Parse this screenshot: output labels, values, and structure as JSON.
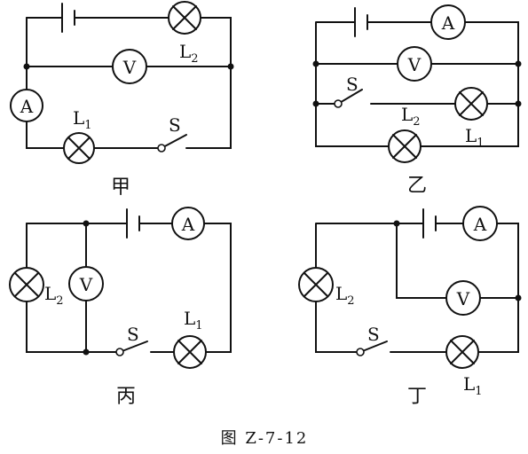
{
  "figure_caption": "图 Z-7-12",
  "circuits": {
    "jia": {
      "caption": "甲",
      "ammeter": "A",
      "voltmeter": "V",
      "lamp1": {
        "base": "L",
        "sub": "1"
      },
      "lamp2": {
        "base": "L",
        "sub": "2"
      },
      "switch": "S"
    },
    "yi": {
      "caption": "乙",
      "ammeter": "A",
      "voltmeter": "V",
      "lamp1": {
        "base": "L",
        "sub": "1"
      },
      "lamp2": {
        "base": "L",
        "sub": "2"
      },
      "switch": "S"
    },
    "bing": {
      "caption": "丙",
      "ammeter": "A",
      "voltmeter": "V",
      "lamp1": {
        "base": "L",
        "sub": "1"
      },
      "lamp2": {
        "base": "L",
        "sub": "2"
      },
      "switch": "S"
    },
    "ding": {
      "caption": "丁",
      "ammeter": "A",
      "voltmeter": "V",
      "lamp1": {
        "base": "L",
        "sub": "1"
      },
      "lamp2": {
        "base": "L",
        "sub": "2"
      },
      "switch": "S"
    }
  }
}
